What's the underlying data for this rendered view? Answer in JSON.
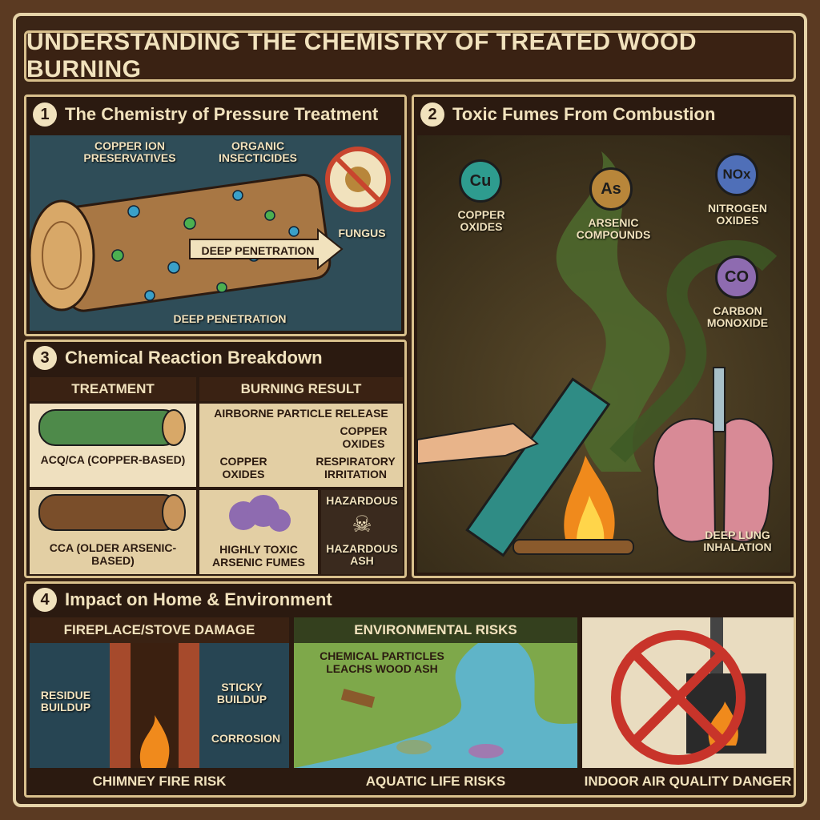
{
  "title": "UNDERSTANDING THE CHEMISTRY OF TREATED WOOD BURNING",
  "panel1": {
    "number": "1",
    "title": "The Chemistry of Pressure Treatment",
    "labels": {
      "copper": "COPPER ION PRESERVATIVES",
      "organic": "ORGANIC INSECTICIDES",
      "fungus": "FUNGUS",
      "deep1": "DEEP PENETRATION",
      "deep2": "DEEP PENETRATION"
    }
  },
  "panel2": {
    "number": "2",
    "title": "Toxic Fumes From Combustion",
    "molecules": [
      {
        "symbol": "Cu",
        "label": "COPPER OXIDES",
        "color": "#2e9c8f"
      },
      {
        "symbol": "As",
        "label": "ARSENIC COMPOUNDS",
        "color": "#b8863a"
      },
      {
        "symbol": "NOx",
        "label": "NITROGEN OXIDES",
        "color": "#4f6fb8"
      },
      {
        "symbol": "CO",
        "label": "CARBON MONOXIDE",
        "color": "#8e6bb0"
      }
    ],
    "lung_label": "DEEP LUNG INHALATION"
  },
  "panel3": {
    "number": "3",
    "title": "Chemical Reaction Breakdown",
    "col_treatment": "TREATMENT",
    "col_result": "BURNING RESULT",
    "row1": {
      "treatment": "ACQ/CA (COPPER-BASED)",
      "result_title": "AIRBORNE PARTICLE RELEASE",
      "left": "COPPER OXIDES",
      "right1": "COPPER OXIDES",
      "right2": "RESPIRATORY IRRITATION"
    },
    "row2": {
      "treatment": "CCA (OLDER ARSENIC-BASED)",
      "result": "HIGHLY TOXIC ARSENIC FUMES",
      "hazard_title": "HAZARDOUS",
      "hazard_label": "HAZARDOUS ASH"
    }
  },
  "panel4": {
    "number": "4",
    "title": "Impact on Home & Environment",
    "fireplace": {
      "title": "FIREPLACE/STOVE DAMAGE",
      "residue": "RESIDUE BUILDUP",
      "sticky": "STICKY BUILDUP",
      "corrosion": "CORROSION",
      "footer": "CHIMNEY FIRE RISK"
    },
    "environment": {
      "title": "ENVIRONMENTAL RISKS",
      "caption": "CHEMICAL PARTICLES LEACHS WOOD ASH",
      "footer": "AQUATIC LIFE RISKS"
    },
    "indoor": {
      "footer": "INDOOR AIR QUALITY DANGER"
    }
  }
}
